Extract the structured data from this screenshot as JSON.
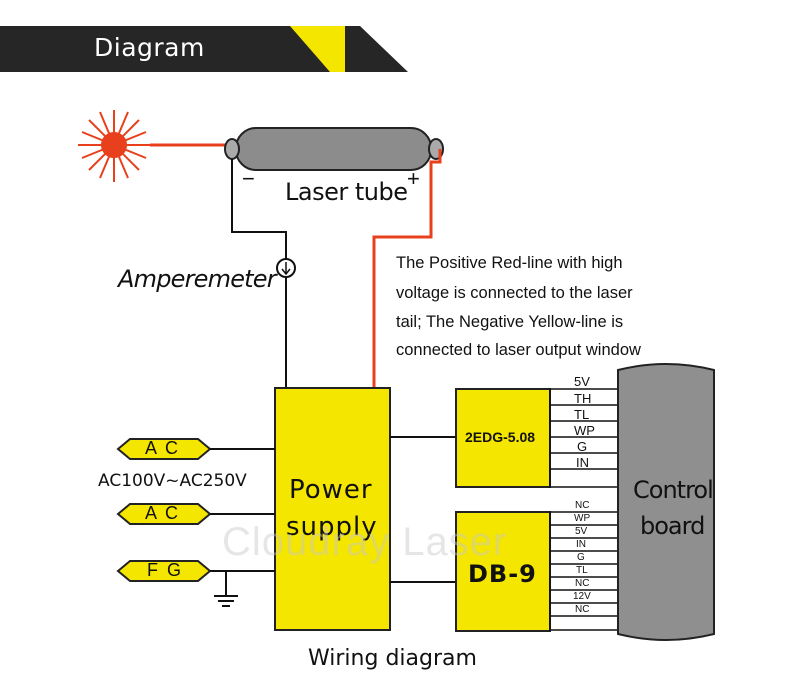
{
  "header": {
    "title": "Diagram"
  },
  "tube": {
    "label": "Laser tube",
    "minus": "−",
    "plus": "+"
  },
  "ammeter": {
    "label": "Amperemeter"
  },
  "note": {
    "lines": [
      "The Positive Red-line with high",
      "voltage is connected to the laser",
      "tail; The Negative Yellow-line is",
      "connected to laser output window"
    ]
  },
  "power_supply": {
    "line1": "Power",
    "line2": "supply"
  },
  "inputs": {
    "ac1": "A C",
    "ac2": "A C",
    "range": "AC100V~AC250V",
    "fg": "F G"
  },
  "connector_2edg": {
    "label": "2EDG-5.08",
    "pins": [
      "5V",
      "TH",
      "TL",
      "WP",
      "G",
      "IN"
    ]
  },
  "connector_db9": {
    "label": "DB-9",
    "pins": [
      "NC",
      "WP",
      "5V",
      "IN",
      "G",
      "TL",
      "NC",
      "12V",
      "NC"
    ]
  },
  "control_board": {
    "line1": "Control",
    "line2": "board"
  },
  "caption": "Wiring diagram",
  "watermark": "Cloudray Laser",
  "colors": {
    "header_bg": "#262626",
    "accent_yellow": "#f5e600",
    "hv_red": "#e8401c",
    "tube_grey": "#8c8c8c",
    "board_grey": "#8f8f8f"
  }
}
